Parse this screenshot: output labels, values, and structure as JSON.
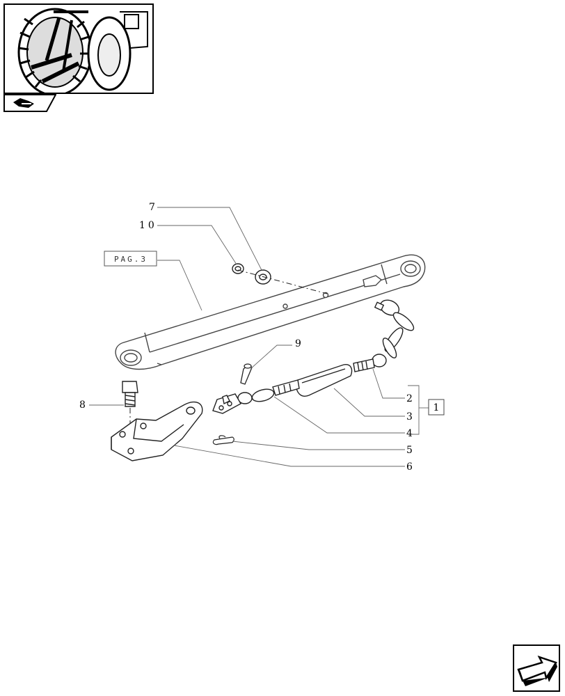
{
  "diagram": {
    "reference_box_label": "PAG.3",
    "group_box_label": "1",
    "callouts": {
      "n2": "2",
      "n3": "3",
      "n4": "4",
      "n5": "5",
      "n6": "6",
      "n7": "7",
      "n8": "8",
      "n9": "9",
      "n10": "10"
    }
  },
  "icons": {
    "thumbnail": "tractor-rear-wheel-thumbnail",
    "section_tab": "section-tab-icon",
    "navigation": "next-page-arrow-icon"
  }
}
